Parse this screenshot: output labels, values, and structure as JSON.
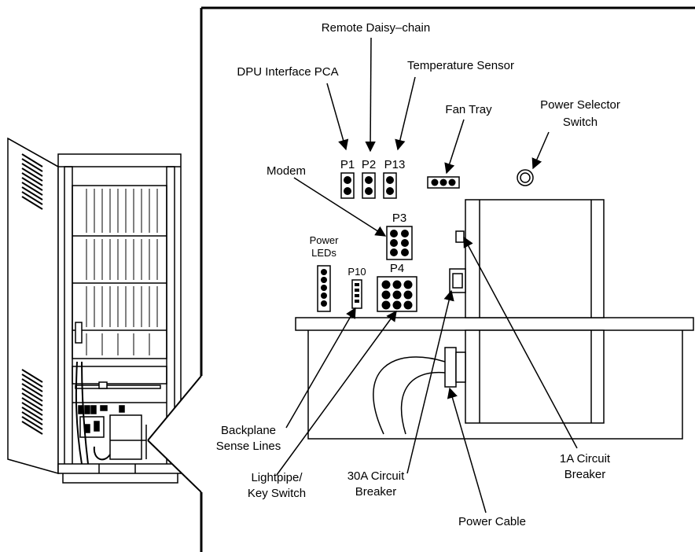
{
  "labels": {
    "remote_daisy_chain": "Remote Daisy–chain",
    "dpu_interface_pca": "DPU Interface PCA",
    "temperature_sensor": "Temperature Sensor",
    "fan_tray": "Fan Tray",
    "power_selector_line1": "Power Selector",
    "power_selector_line2": "Switch",
    "modem": "Modem",
    "power_leds_line1": "Power",
    "power_leds_line2": "LEDs",
    "backplane_line1": "Backplane",
    "backplane_line2": "Sense Lines",
    "lightpipe_line1": "Lightpipe/",
    "lightpipe_line2": "Key Switch",
    "breaker30_line1": "30A Circuit",
    "breaker30_line2": "Breaker",
    "power_cable": "Power Cable",
    "breaker1_line1": "1A Circuit",
    "breaker1_line2": "Breaker"
  },
  "connectors": {
    "p1": "P1",
    "p2": "P2",
    "p13": "P13",
    "p3": "P3",
    "p4": "P4",
    "p10": "P10"
  }
}
